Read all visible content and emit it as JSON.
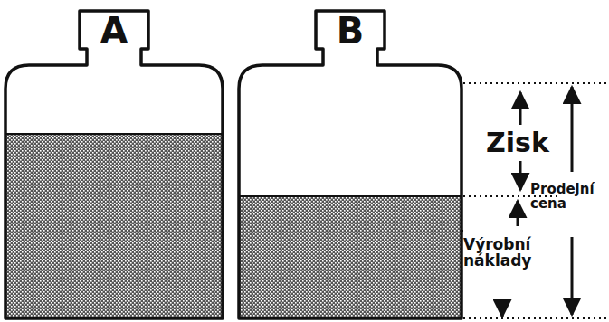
{
  "diagram": {
    "nodes": [
      {
        "text": [
          "A"
        ]
      },
      {
        "text": [
          "B"
        ]
      }
    ],
    "labels": [
      "Zisk",
      "Prodejní cena",
      "Výrobní náklady"
    ]
  }
}
